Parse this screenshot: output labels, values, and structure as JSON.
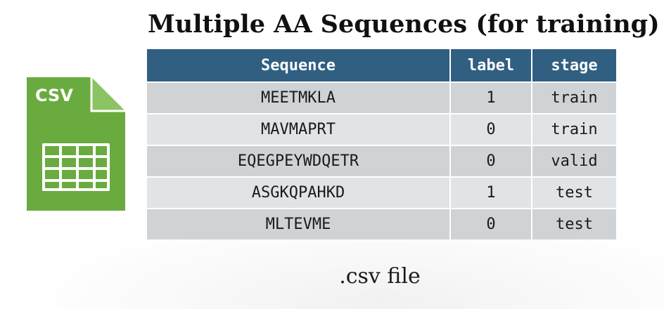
{
  "title": "Multiple AA Sequences (for training)",
  "icon": {
    "name": "csv-file-icon",
    "label": "CSV",
    "color": "#6aab3f",
    "fold_color": "#8cc464"
  },
  "table": {
    "header_color": "#305f82",
    "columns": [
      "Sequence",
      "label",
      "stage"
    ],
    "rows": [
      {
        "sequence": "MEETMKLA",
        "label": "1",
        "stage": "train"
      },
      {
        "sequence": "MAVMAPRT",
        "label": "0",
        "stage": "train"
      },
      {
        "sequence": "EQEGPEYWDQETR",
        "label": "0",
        "stage": "valid"
      },
      {
        "sequence": "ASGKQPAHKD",
        "label": "1",
        "stage": "test"
      },
      {
        "sequence": "MLTEVME",
        "label": "0",
        "stage": "test"
      }
    ]
  },
  "caption": ".csv file"
}
